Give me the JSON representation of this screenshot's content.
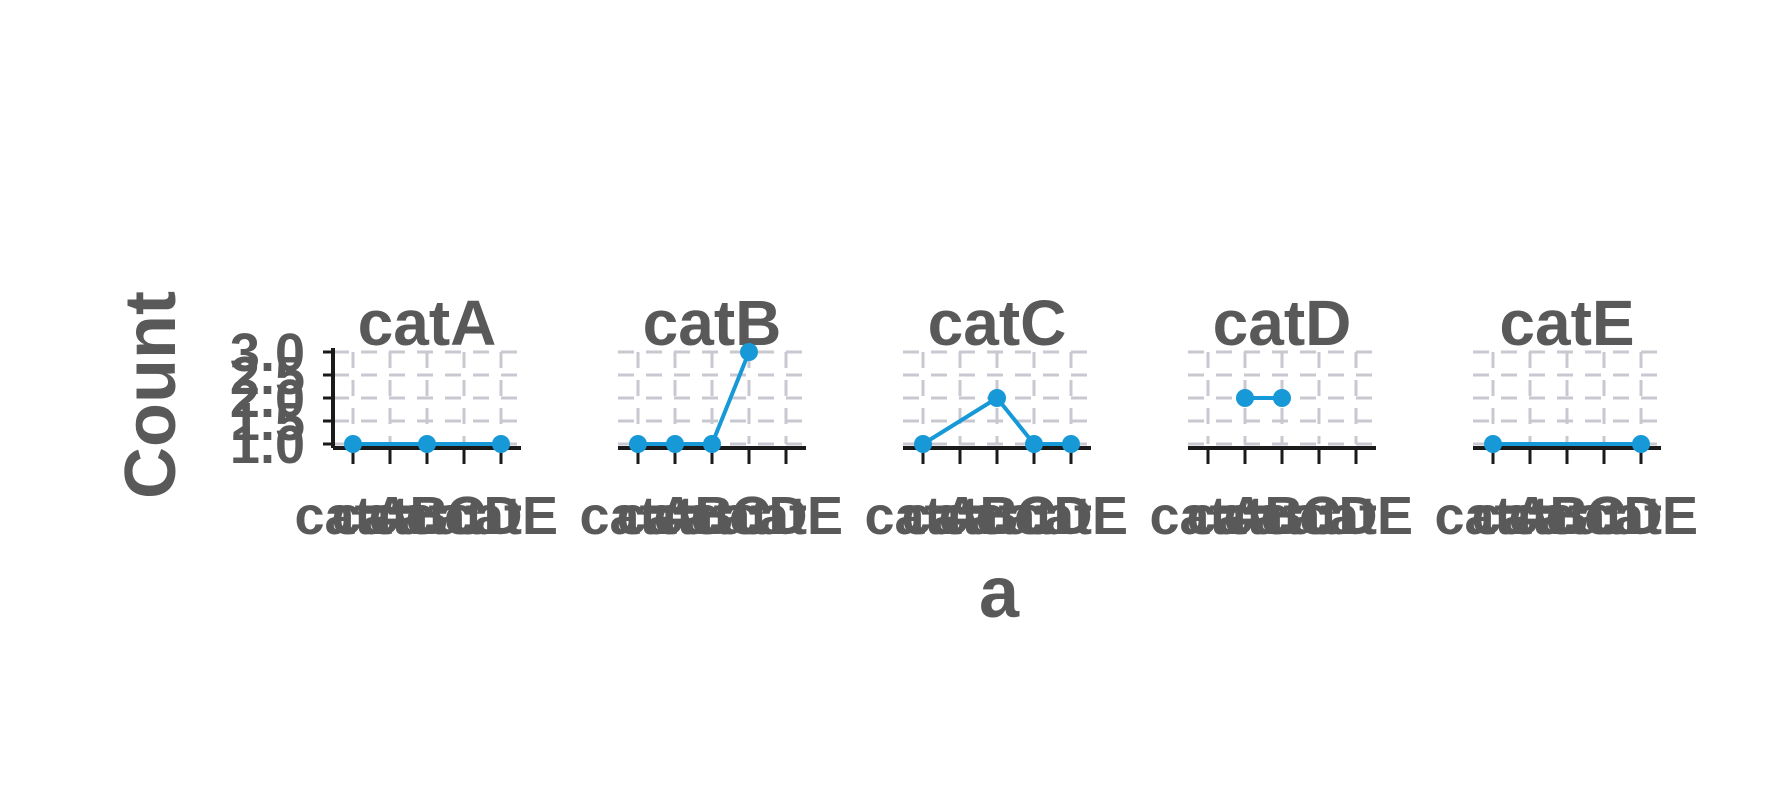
{
  "chart_data": {
    "type": "line",
    "layout": "faceted",
    "xlabel": "a",
    "ylabel": "Count",
    "categories": [
      "catA",
      "catB",
      "catC",
      "catD",
      "catE"
    ],
    "y_ticks": [
      "1.0",
      "1.5",
      "2.0",
      "2.5",
      "3.0"
    ],
    "ylim": [
      1,
      3
    ],
    "grid": true,
    "legend": "none",
    "color": "#1799d8",
    "facets": [
      {
        "title": "catA",
        "points": [
          {
            "x": "catA",
            "y": 1
          },
          {
            "x": "catC",
            "y": 1
          },
          {
            "x": "catE",
            "y": 1
          }
        ]
      },
      {
        "title": "catB",
        "points": [
          {
            "x": "catA",
            "y": 1
          },
          {
            "x": "catB",
            "y": 1
          },
          {
            "x": "catC",
            "y": 1
          },
          {
            "x": "catD",
            "y": 3
          }
        ]
      },
      {
        "title": "catC",
        "points": [
          {
            "x": "catA",
            "y": 1
          },
          {
            "x": "catC",
            "y": 2
          },
          {
            "x": "catD",
            "y": 1
          },
          {
            "x": "catE",
            "y": 1
          }
        ]
      },
      {
        "title": "catD",
        "points": [
          {
            "x": "catB",
            "y": 2
          },
          {
            "x": "catC",
            "y": 2
          }
        ]
      },
      {
        "title": "catE",
        "points": [
          {
            "x": "catA",
            "y": 1
          },
          {
            "x": "catE",
            "y": 1
          }
        ]
      }
    ]
  }
}
